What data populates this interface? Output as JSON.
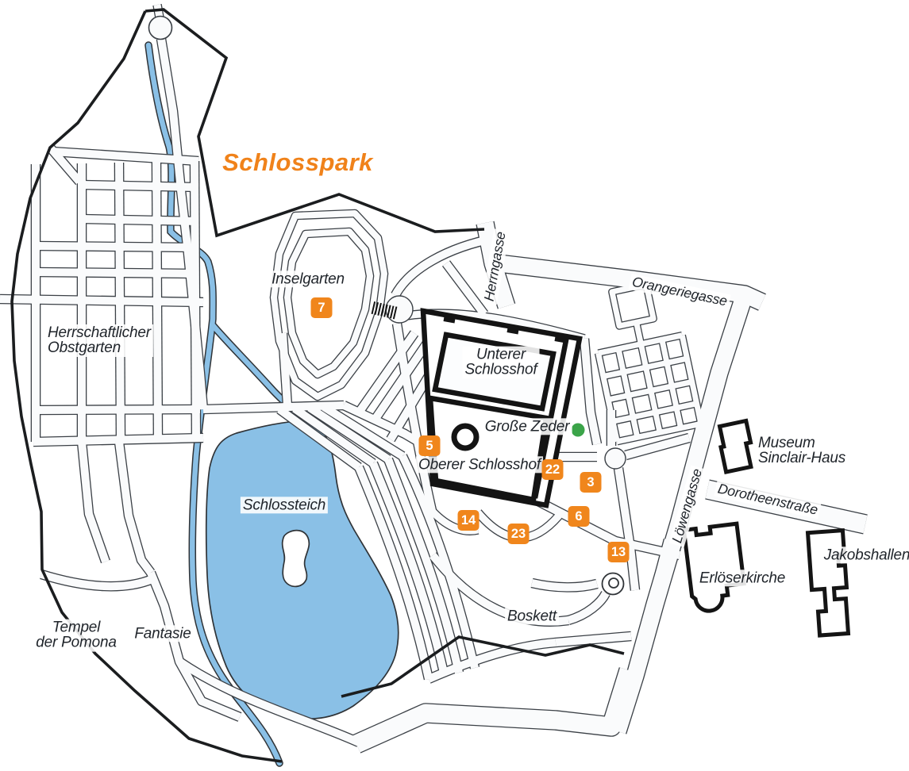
{
  "title": "Schlosspark",
  "colors": {
    "accent_orange": "#F0861C",
    "title_orange": "#F0821A",
    "water_blue": "#8AC0E6",
    "green_dot": "#3BA449",
    "outline_dark": "#3B4046",
    "building_black": "#141414",
    "road_fill": "#FAFBFC",
    "label_text": "#20252B"
  },
  "park_labels": {
    "inselgarten": "Inselgarten",
    "obstgarten": [
      "Herrschaftlicher",
      "Obstgarten"
    ],
    "schlossteich": "Schlossteich",
    "tempel_der_pomona": [
      "Tempel",
      "der Pomona"
    ],
    "fantasie": "Fantasie",
    "unterer_schlosshof": [
      "Unterer",
      "Schlosshof"
    ],
    "oberer_schlosshof": "Oberer Schlosshof",
    "grosse_zeder": "Große Zeder",
    "boskett": "Boskett"
  },
  "streets": {
    "herrngasse": "Herrngasse",
    "orangeriegasse": "Orangeriegasse",
    "loewengasse": "Löwengasse",
    "dorotheenstrasse": "Dorotheenstraße"
  },
  "buildings": {
    "museum": [
      "Museum",
      "Sinclair-Haus"
    ],
    "erloeserkirche": "Erlöserkirche",
    "jakobshallen": "Jakobshallen"
  },
  "markers": [
    {
      "label": "7"
    },
    {
      "label": "5"
    },
    {
      "label": "22"
    },
    {
      "label": "3"
    },
    {
      "label": "14"
    },
    {
      "label": "23"
    },
    {
      "label": "6"
    },
    {
      "label": "13"
    }
  ],
  "poi": {
    "grosse_zeder_dot": "green-tree-dot"
  }
}
